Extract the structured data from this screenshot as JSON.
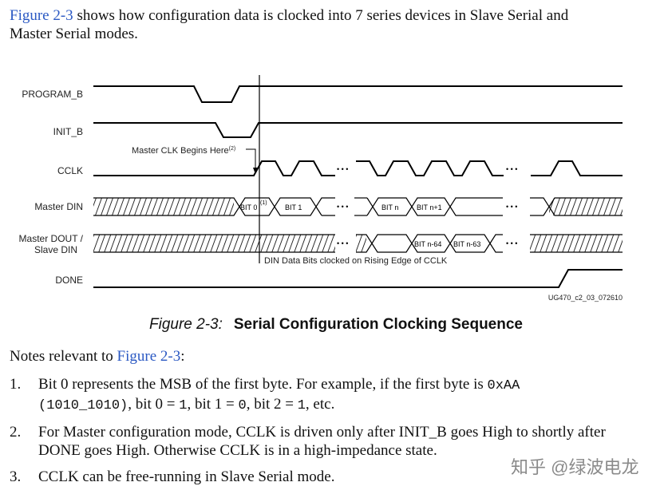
{
  "intro": {
    "link": "Figure 2-3",
    "text_line1": " shows how configuration data is clocked into 7 series devices in Slave Serial and",
    "text_line2": "Master Serial modes."
  },
  "diagram": {
    "signals": {
      "program_b": "PROGRAM_B",
      "init_b": "INIT_B",
      "cclk": "CCLK",
      "master_din": "Master DIN",
      "master_dout_line1": "Master DOUT /",
      "master_dout_line2": "Slave DIN",
      "done": "DONE"
    },
    "annotations": {
      "master_clk_begins": "Master CLK Begins Here",
      "master_clk_sup": "(2)",
      "note1_sup": "(1)",
      "din_clocked": "DIN Data Bits clocked on Rising Edge of CCLK",
      "figure_id": "UG470_c2_03_072610"
    },
    "din_bits": [
      "BIT 0",
      "BIT 1",
      "BIT n",
      "BIT n+1"
    ],
    "dout_bits": [
      "BIT n-64",
      "BIT n-63"
    ],
    "ellipsis": "• • •"
  },
  "caption": {
    "number": "Figure 2-3:",
    "title": "Serial Configuration Clocking Sequence"
  },
  "notes": {
    "heading_prefix": "Notes relevant to ",
    "heading_link": "Figure 2-3",
    "heading_suffix": ":",
    "items": [
      {
        "num": "1.",
        "a": "Bit 0 represents the MSB of the first byte. For example, if the first byte is ",
        "code1": "0xAA",
        "code2": "(1010_1010)",
        "b": ", bit 0 = ",
        "code3": "1",
        "c": ", bit 1 = ",
        "code4": "0",
        "d": ", bit 2 = ",
        "code5": "1",
        "e": ", etc."
      },
      {
        "num": "2.",
        "text": "For Master configuration mode, CCLK is driven only after INIT_B goes High to shortly after DONE goes High. Otherwise CCLK is in a high-impedance state."
      },
      {
        "num": "3.",
        "text": "CCLK can be free-running in Slave Serial mode."
      }
    ]
  },
  "watermark": "知乎 @绿波电龙"
}
